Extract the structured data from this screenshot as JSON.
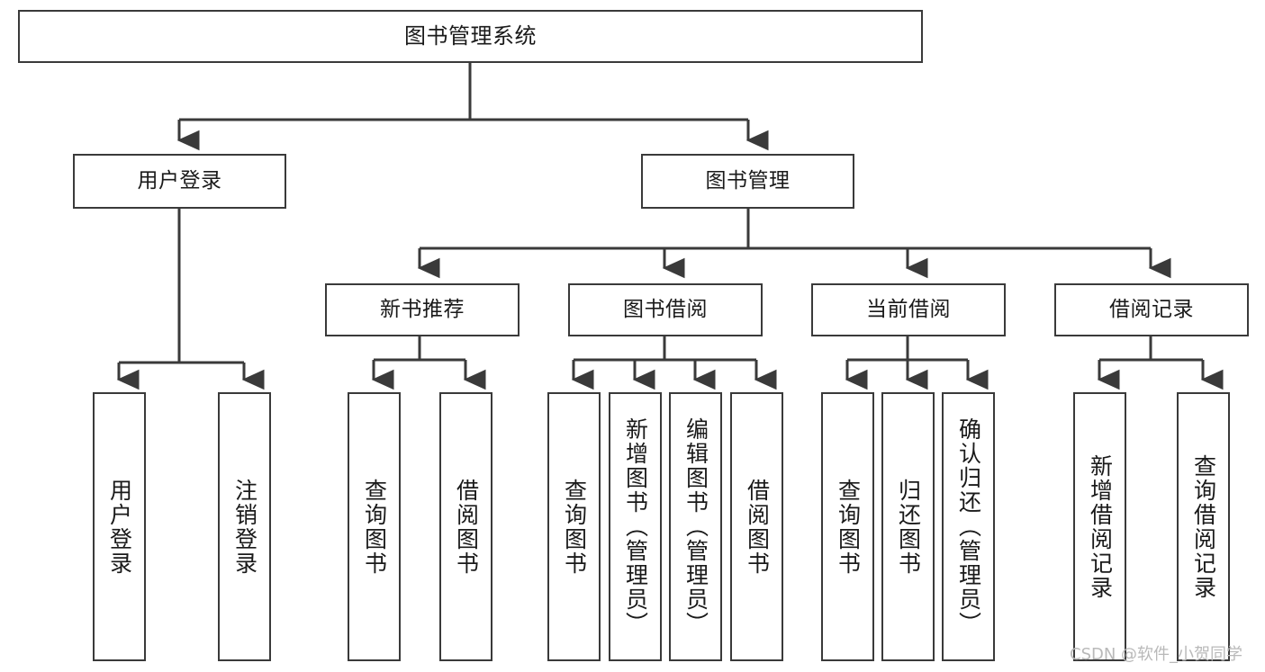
{
  "diagram": {
    "title": "图书管理系统",
    "watermark": "CSDN @软件_小贺同学",
    "line_color": "#3a3a3a",
    "box_fill": "#ffffff",
    "text_color": "#1a1a1a",
    "root": {
      "label": "图书管理系统",
      "children": [
        {
          "label": "用户登录",
          "children": [
            {
              "label": "用户登录"
            },
            {
              "label": "注销登录"
            }
          ]
        },
        {
          "label": "图书管理",
          "children": [
            {
              "label": "新书推荐",
              "children": [
                {
                  "label": "查询图书"
                },
                {
                  "label": "借阅图书"
                }
              ]
            },
            {
              "label": "图书借阅",
              "children": [
                {
                  "label": "查询图书"
                },
                {
                  "label": "新增图书（管理员）"
                },
                {
                  "label": "编辑图书（管理员）"
                },
                {
                  "label": "借阅图书"
                }
              ]
            },
            {
              "label": "当前借阅",
              "children": [
                {
                  "label": "查询图书"
                },
                {
                  "label": "归还图书"
                },
                {
                  "label": "确认归还（管理员）"
                }
              ]
            },
            {
              "label": "借阅记录",
              "children": [
                {
                  "label": "新增借阅记录"
                },
                {
                  "label": "查询借阅记录"
                }
              ]
            }
          ]
        }
      ]
    },
    "nodes": {
      "root": "图书管理系统",
      "l2_user_login": "用户登录",
      "l2_book_mgmt": "图书管理",
      "l3_new_book_rec": "新书推荐",
      "l3_book_borrow": "图书借阅",
      "l3_current_borrow": "当前借阅",
      "l3_borrow_record": "借阅记录",
      "leaf_user_login": "用户登录",
      "leaf_logout": "注销登录",
      "leaf_rec_query_book": "查询图书",
      "leaf_rec_borrow_book": "借阅图书",
      "leaf_bw_query_book": "查询图书",
      "leaf_bw_add_book": "新增图书（管理员）",
      "leaf_bw_edit_book": "编辑图书（管理员）",
      "leaf_bw_borrow_book": "借阅图书",
      "leaf_cur_query_book": "查询图书",
      "leaf_cur_return_book": "归还图书",
      "leaf_cur_confirm_return": "确认归还（管理员）",
      "leaf_rec_add_record": "新增借阅记录",
      "leaf_rec_query_record": "查询借阅记录"
    }
  }
}
